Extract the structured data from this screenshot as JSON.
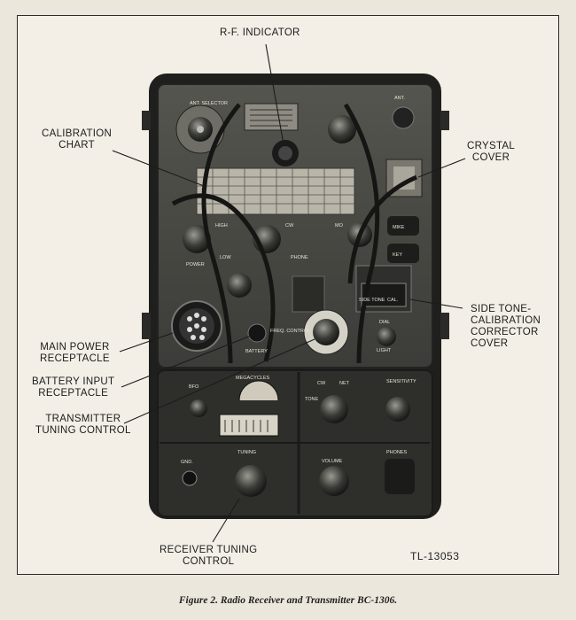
{
  "figure": {
    "caption": "Figure 2. Radio Receiver and Transmitter BC-1306.",
    "plate_id": "TL-13053",
    "callouts": {
      "rf_indicator": "R-F. INDICATOR",
      "calibration_chart_l1": "CALIBRATION",
      "calibration_chart_l2": "CHART",
      "crystal_cover_l1": "CRYSTAL",
      "crystal_cover_l2": "COVER",
      "side_tone_l1": "SIDE TONE-",
      "side_tone_l2": "CALIBRATION",
      "side_tone_l3": "CORRECTOR",
      "side_tone_l4": "COVER",
      "main_power_l1": "MAIN POWER",
      "main_power_l2": "RECEPTACLE",
      "battery_input_l1": "BATTERY INPUT",
      "battery_input_l2": "RECEPTACLE",
      "transmitter_tuning_l1": "TRANSMITTER",
      "transmitter_tuning_l2": "TUNING CONTROL",
      "receiver_tuning_l1": "RECEIVER TUNING",
      "receiver_tuning_l2": "CONTROL"
    },
    "panel_labels": {
      "ant_selector": "ANT. SELECTOR",
      "ant": "ANT.",
      "high": "HIGH",
      "cw": "CW",
      "mo": "MO",
      "mike": "MIKE",
      "key": "KEY",
      "power": "POWER",
      "low": "LOW",
      "phone": "PHONE",
      "side_tone": "SIDE TONE",
      "cal": "CAL.",
      "dial": "DIAL",
      "light": "LIGHT",
      "freq_control": "FREQ. CONTROL",
      "battery": "BATTERY",
      "megacycles": "MEGACYCLES",
      "net": "NET",
      "tone": "TONE",
      "sensitivity": "SENSITIVITY",
      "tuning": "TUNING",
      "volume": "VOLUME",
      "gnd": "GND.",
      "phones": "PHONES",
      "bfo": "BFO"
    }
  }
}
